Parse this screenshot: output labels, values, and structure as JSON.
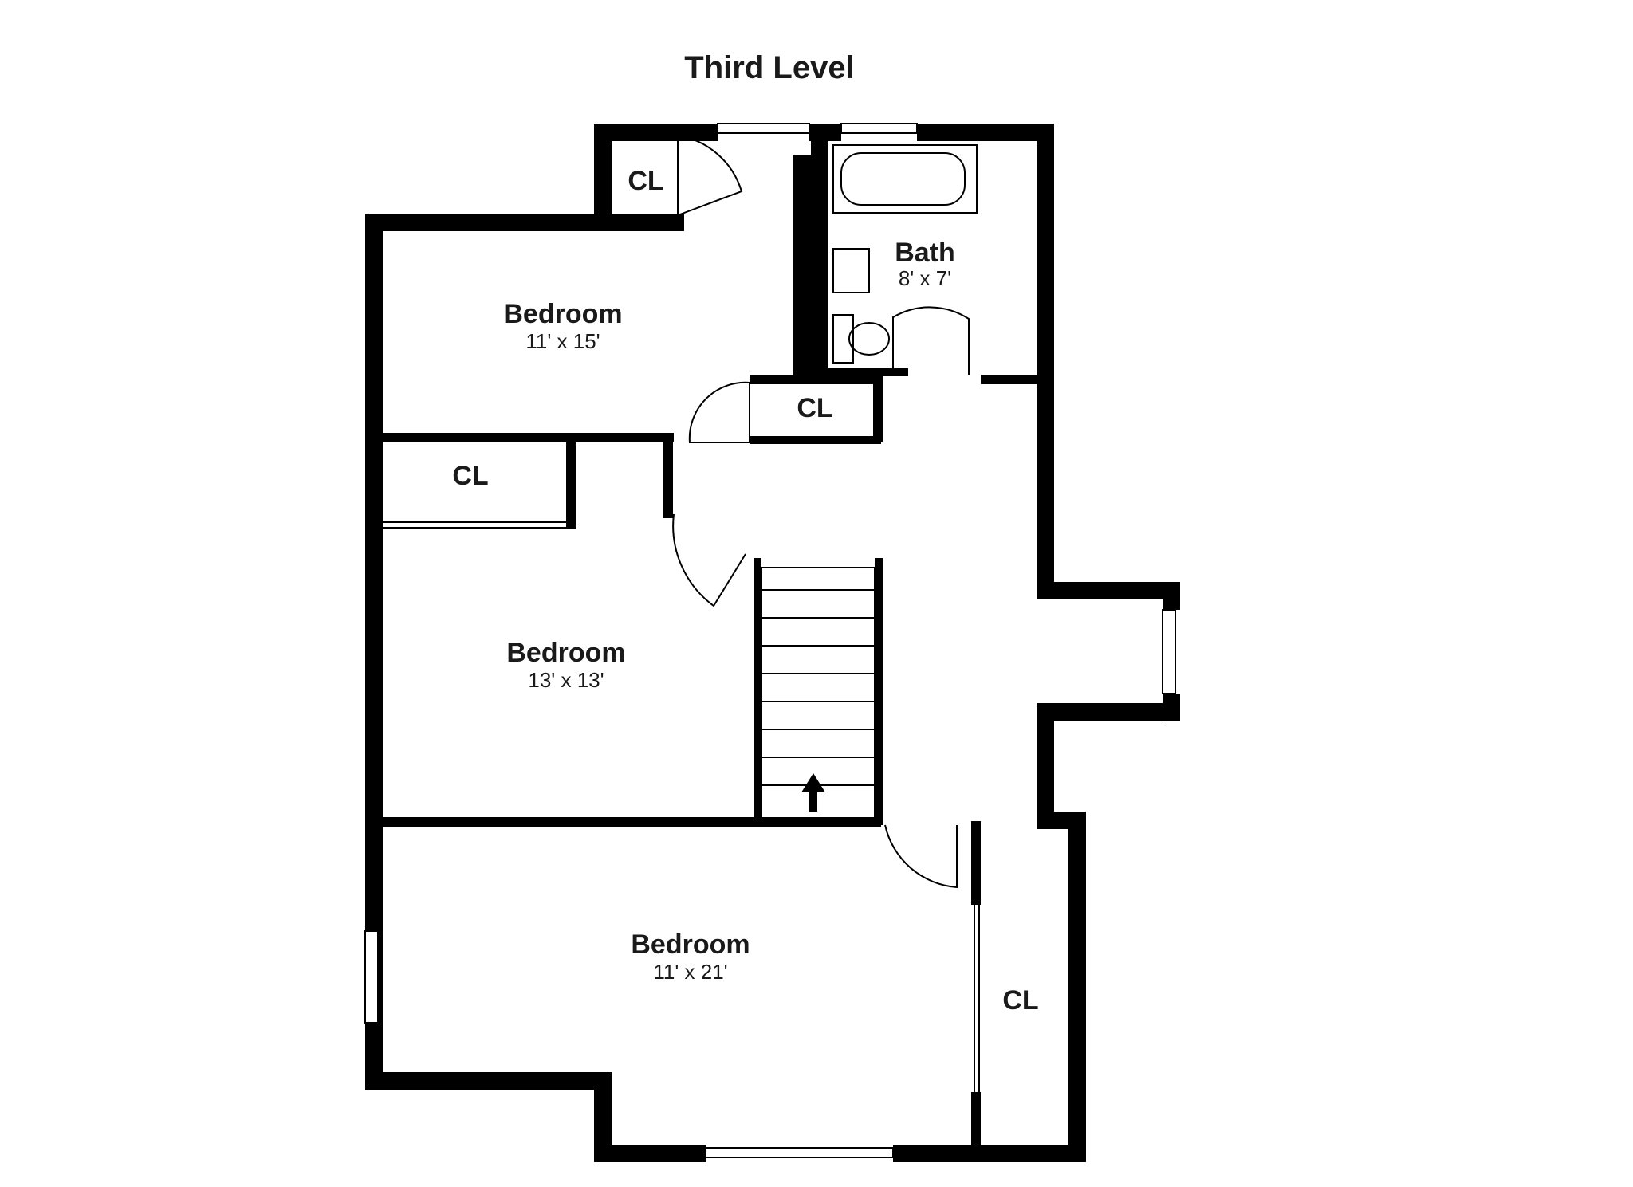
{
  "title": "Third Level",
  "rooms": [
    {
      "name": "Bedroom",
      "dimensions": "11' x 15'"
    },
    {
      "name": "Bedroom",
      "dimensions": "13' x 13'"
    },
    {
      "name": "Bedroom",
      "dimensions": "11' x 21'"
    },
    {
      "name": "Bath",
      "dimensions": "8' x 7'"
    }
  ],
  "closets": [
    "CL",
    "CL",
    "CL",
    "CL"
  ],
  "colors": {
    "wall": "#000000",
    "background": "#ffffff",
    "text": "#1a1a1a"
  },
  "icons": {
    "stair_direction": "up-arrow-icon"
  }
}
